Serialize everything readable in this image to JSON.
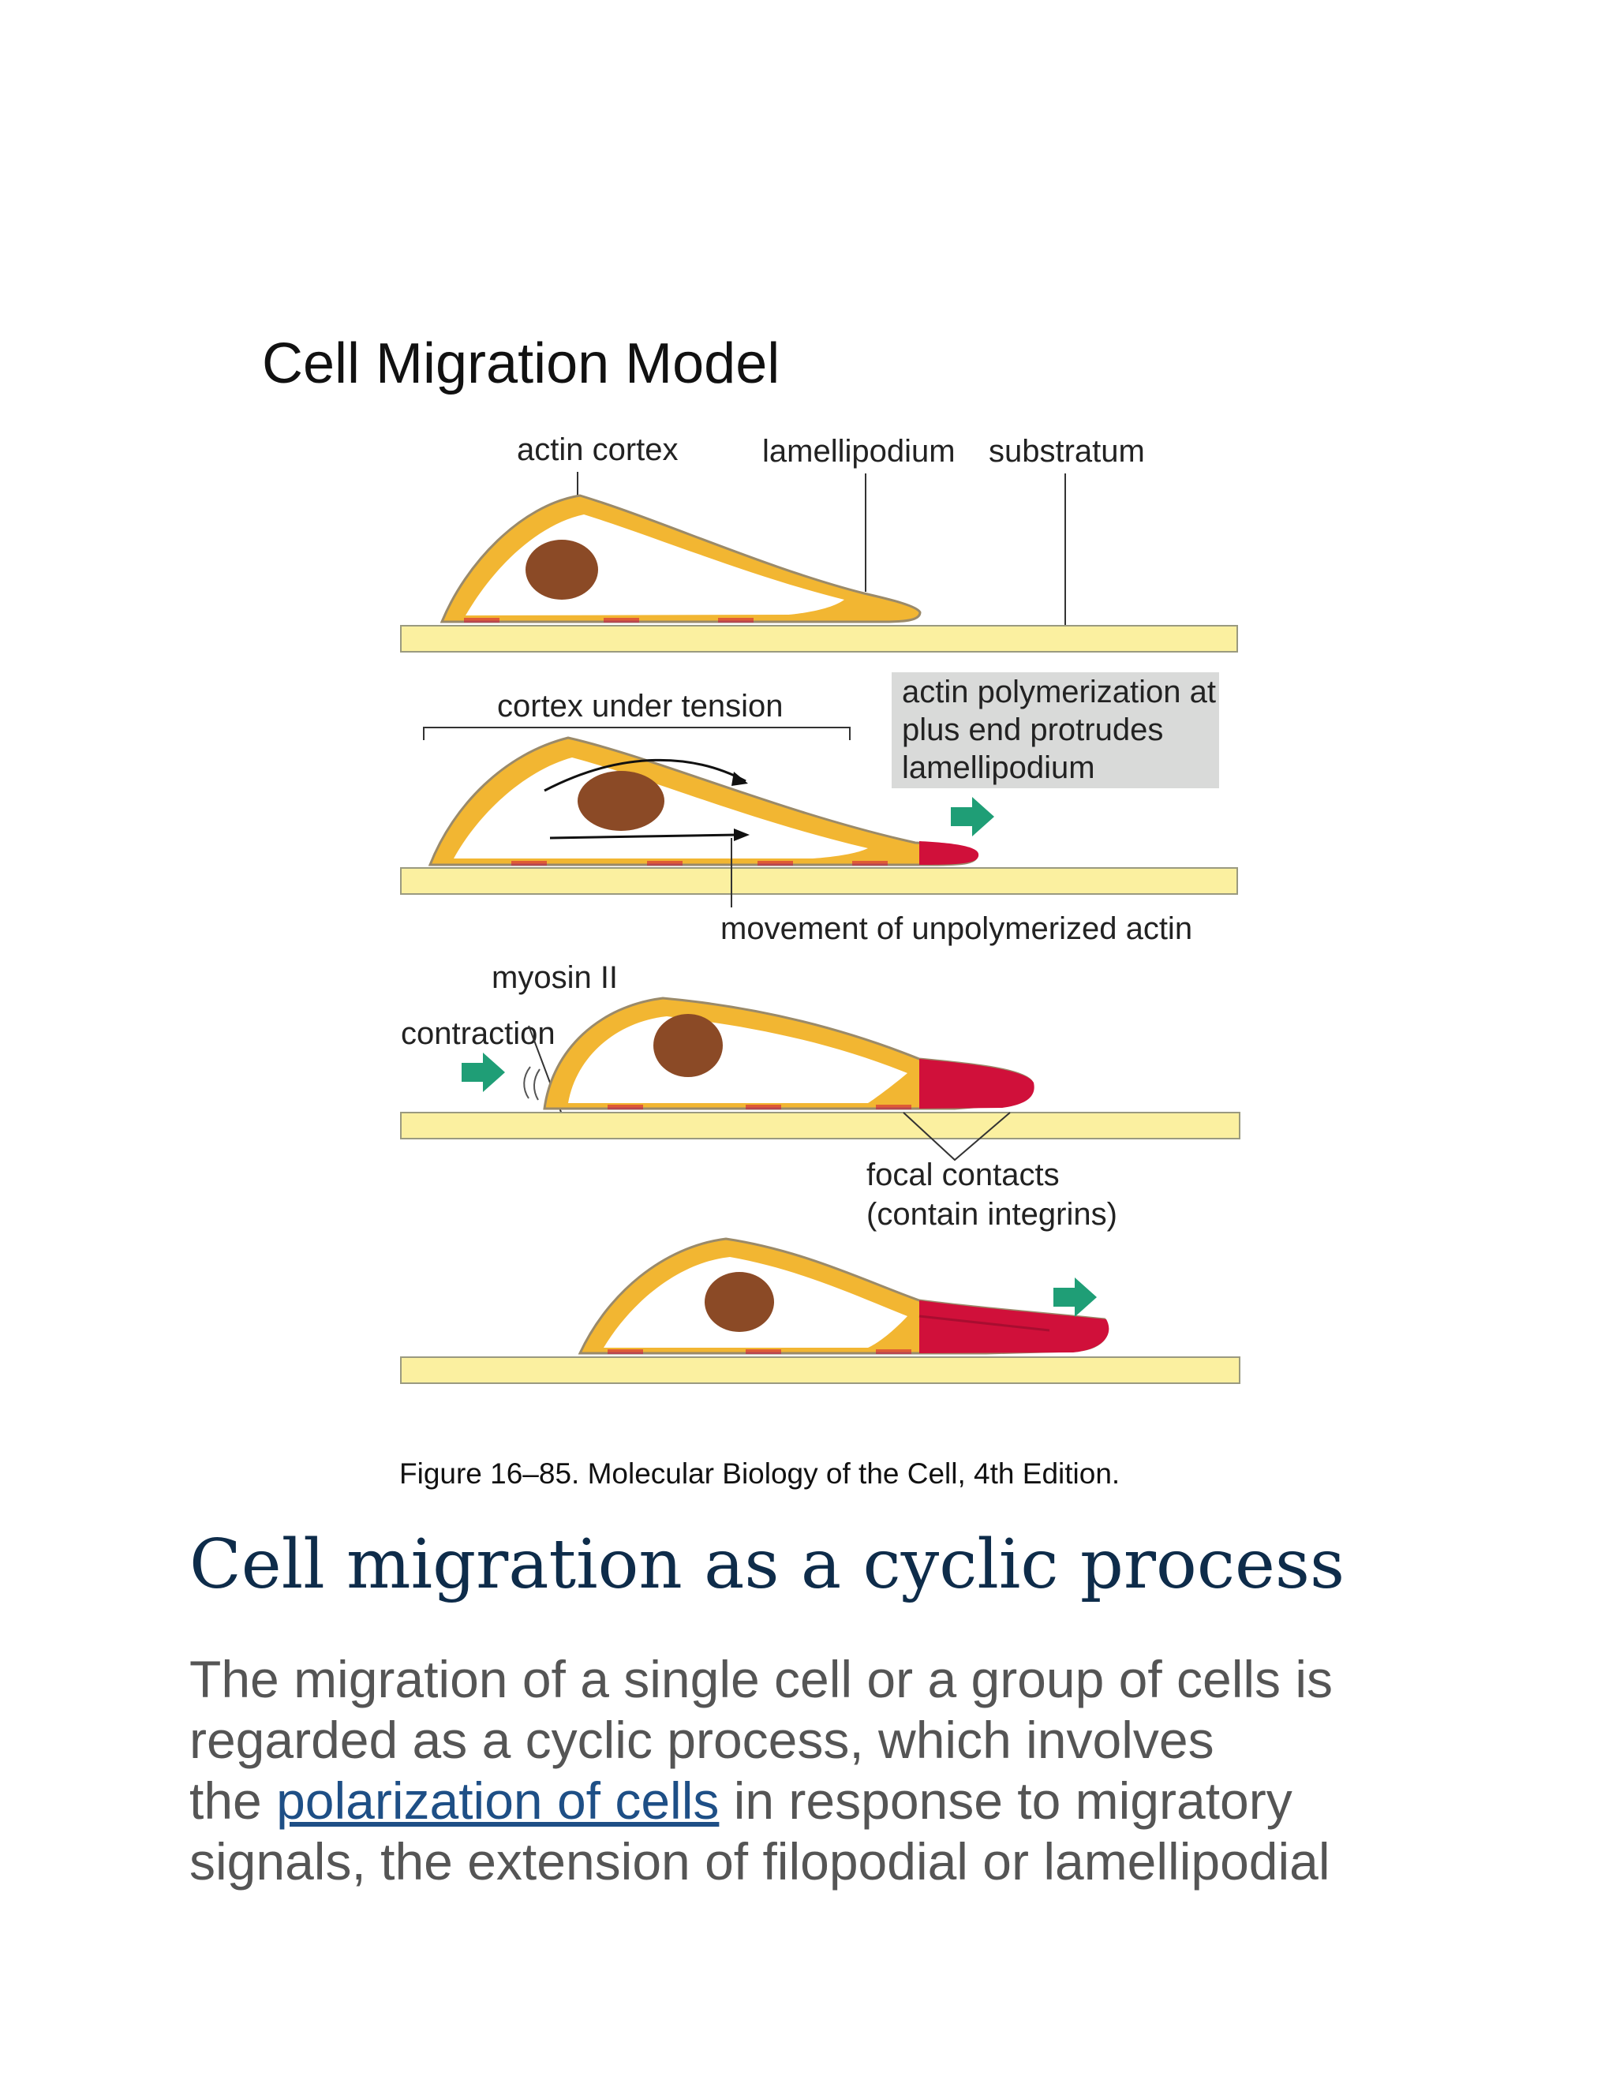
{
  "figure": {
    "title": "Cell Migration Model",
    "labels": {
      "actin_cortex": "actin cortex",
      "lamellipodium": "lamellipodium",
      "substratum": "substratum",
      "cortex_under_tension": "cortex under tension",
      "polymerization_line1": "actin polymerization at",
      "polymerization_line2": "plus end protrudes",
      "polymerization_line3": "lamellipodium",
      "unpolymerized": "movement of unpolymerized actin",
      "myosin": "myosin II",
      "contraction": "contraction",
      "focal_line1": "focal contacts",
      "focal_line2": "(contain integrins)"
    },
    "caption": "Figure 16–85. Molecular Biology of the Cell, 4th Edition.",
    "colors": {
      "cell_cortex": "#f2b632",
      "cell_outline": "#9a8a6a",
      "cytoplasm": "#ffffff",
      "nucleus": "#8b4a26",
      "substratum": "#fbf0a0",
      "polymerized_actin": "#d0103a",
      "arrow": "#1f9e76",
      "annotation_box": "#d9dad9"
    }
  },
  "article": {
    "heading": "Cell migration as a cyclic process",
    "para": {
      "l1": "The migration of a single cell or a group of cells is",
      "l2": "regarded as a cyclic process, which involves",
      "l3_pre": "the ",
      "l3_link": "polarization of cells",
      "l3_post": " in response to migratory",
      "l4": "signals, the extension of filopodial or lamellipodial"
    },
    "colors": {
      "heading": "#0e2c4a",
      "body": "#555555",
      "link": "#1e4f86"
    }
  }
}
